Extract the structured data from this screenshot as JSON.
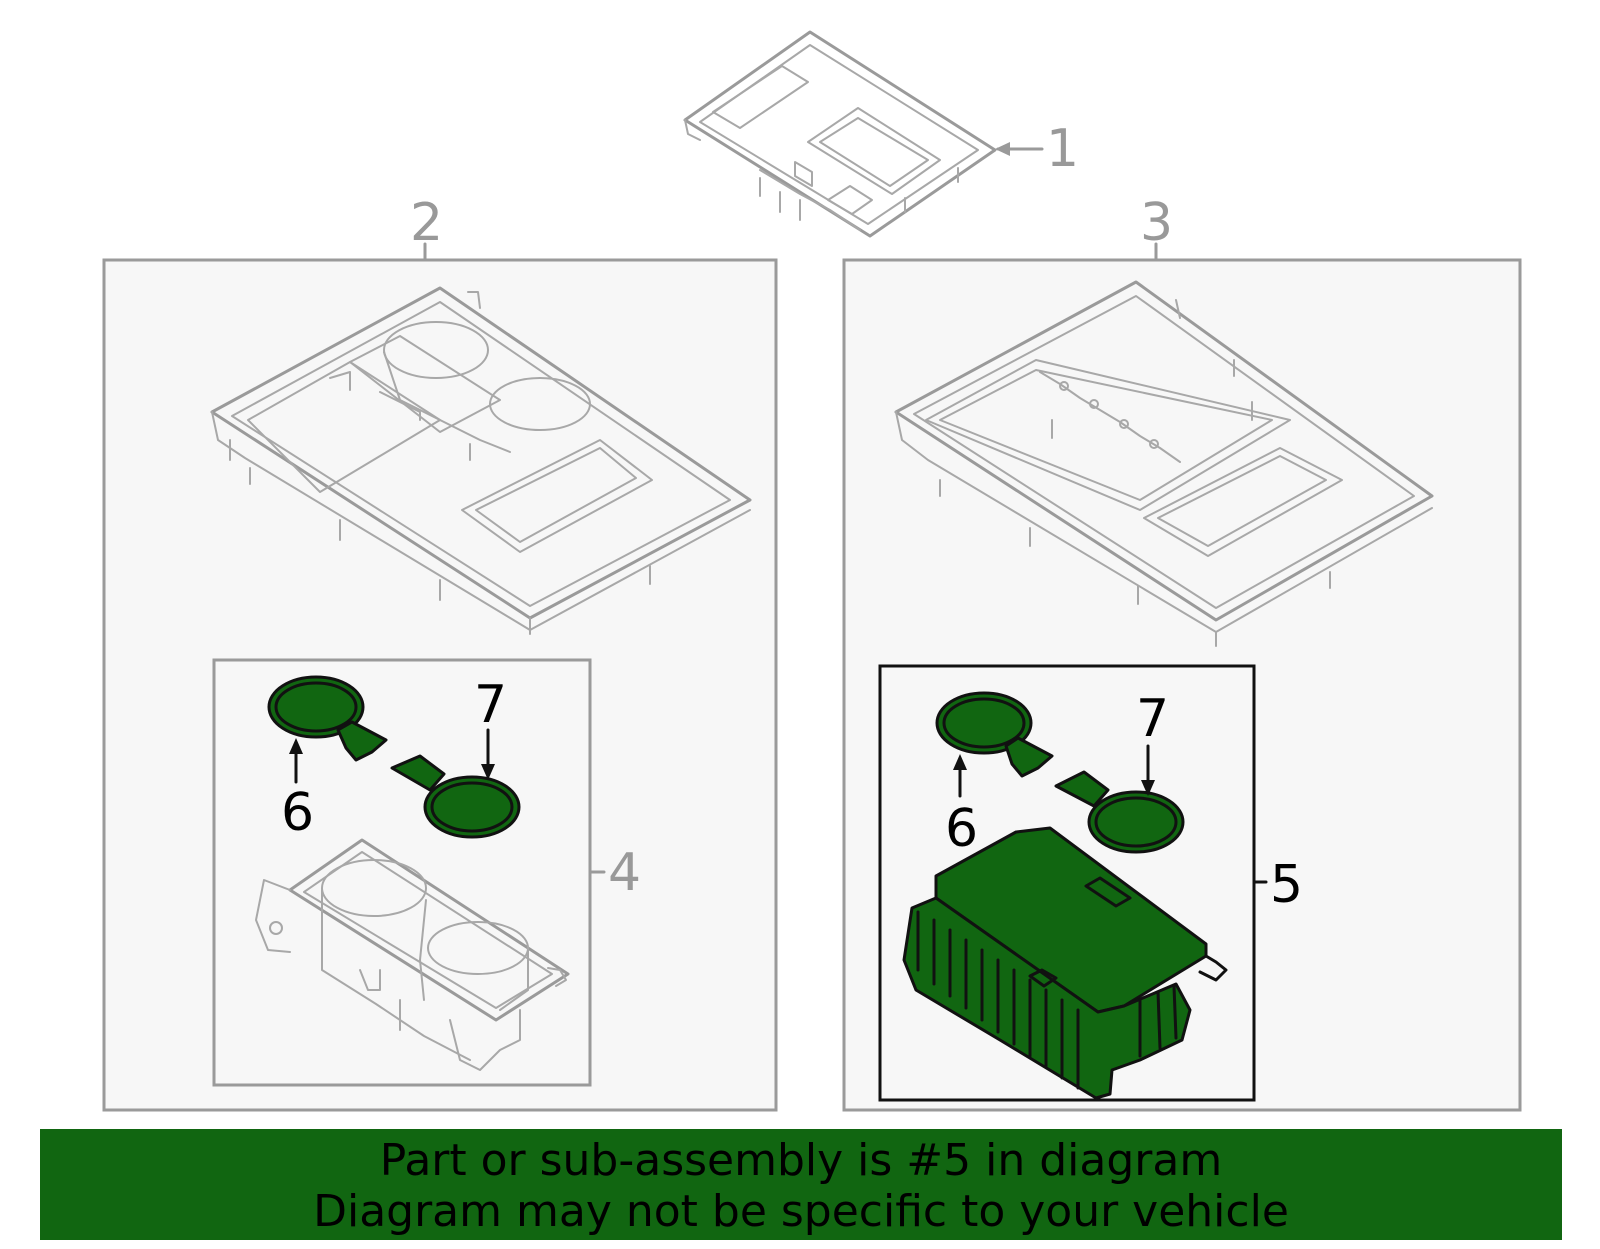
{
  "callouts": {
    "part_1": "1",
    "part_2": "2",
    "part_3": "3",
    "part_4": "4",
    "part_5": "5",
    "part_6_left": "6",
    "part_7_left": "7",
    "part_6_right": "6",
    "part_7_right": "7"
  },
  "highlight": {
    "part_number": "5",
    "color": "#116611"
  },
  "footer": {
    "line1": "Part or sub-assembly is #5 in diagram",
    "line2": "Diagram may not be specific to your vehicle"
  },
  "colors": {
    "highlight_green": "#116611",
    "line_gray": "#9a9a9a",
    "outline_black": "#111111"
  }
}
